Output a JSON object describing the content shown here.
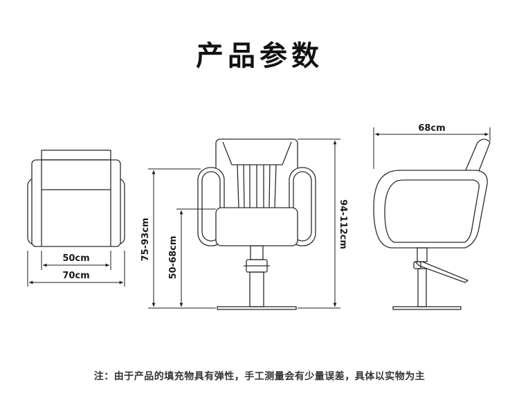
{
  "title": "产品参数",
  "dimensions": {
    "seat_width": "50cm",
    "total_width": "70cm",
    "armrest_height": "75-93cm",
    "seat_height": "50-68cm",
    "total_height": "94-112cm",
    "depth": "68cm"
  },
  "note": "注：由于产品的填充物具有弹性，手工测量会有少量误差，具体以实物为主"
}
